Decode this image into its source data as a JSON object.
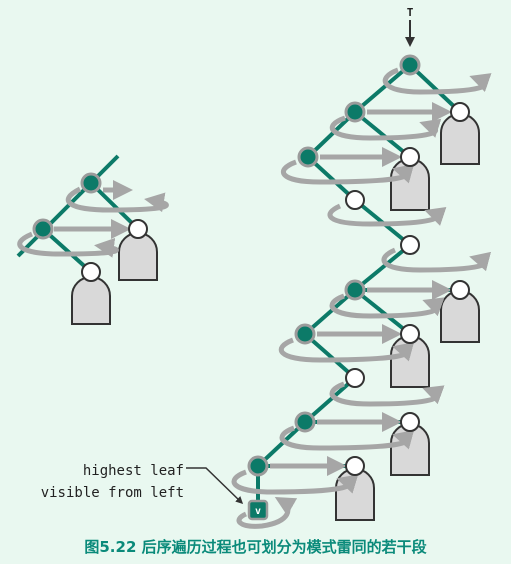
{
  "labels": {
    "root": "T",
    "deepest_node": "v",
    "callout_line1": "highest leaf",
    "callout_line2": "visible from left"
  },
  "caption": "图5.22 后序遍历过程也可划分为模式雷同的若干段",
  "colors": {
    "background": "#e9f8f0",
    "spine_node": "#0c7a68",
    "spine_edge": "#0c7a68",
    "white_node": "#ffffff",
    "subtree_fill": "#d9d9d9",
    "arrow": "#a6a6a6",
    "outline": "#333333",
    "caption": "#0a8a7a"
  }
}
